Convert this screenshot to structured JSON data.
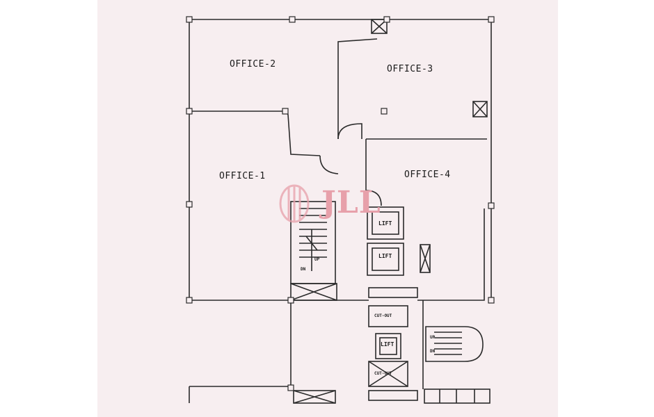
{
  "plan": {
    "rooms": [
      {
        "id": "office-2",
        "label": "OFFICE-2"
      },
      {
        "id": "office-3",
        "label": "OFFICE-3"
      },
      {
        "id": "office-1",
        "label": "OFFICE-1"
      },
      {
        "id": "office-4",
        "label": "OFFICE-4"
      }
    ],
    "lifts": [
      "LIFT",
      "LIFT",
      "LIFT"
    ],
    "cutouts": [
      "CUT-OUT",
      "CUT-OUT"
    ],
    "stairs": {
      "left": {
        "up": "UP",
        "down": "DN"
      },
      "right": {
        "up": "UP",
        "down": "DN"
      }
    }
  },
  "watermark": {
    "text": "JLL",
    "color": "#e7a0aa"
  }
}
